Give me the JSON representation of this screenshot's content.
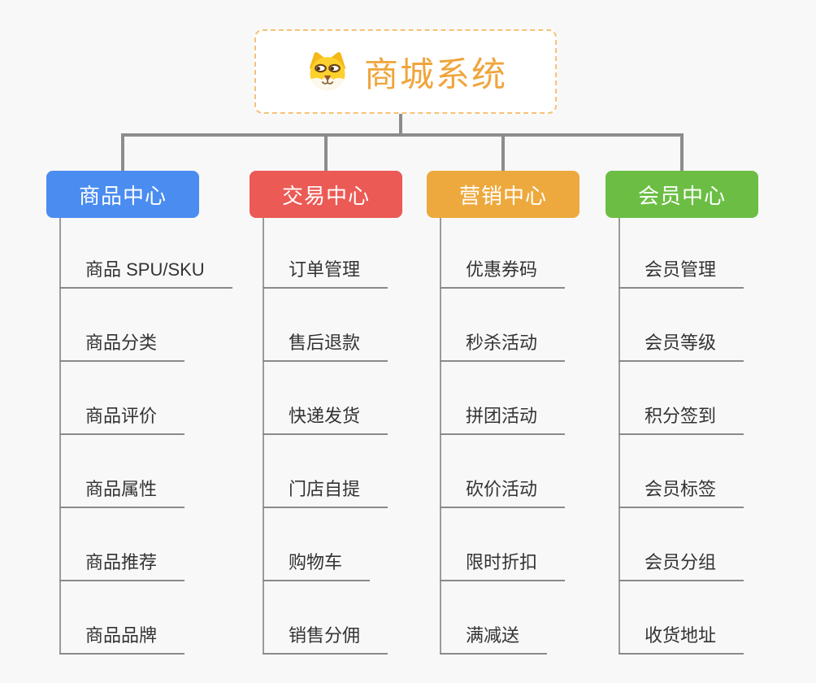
{
  "root": {
    "title": "商城系统",
    "icon": "shiba-dog-icon",
    "title_color": "#efa53c",
    "border_color": "#f5c277"
  },
  "connector_color": "#8c8c8c",
  "child_line_color": "#8a8a8a",
  "child_text_color": "#333333",
  "background_color": "#f8f8f8",
  "branches": [
    {
      "label": "商品中心",
      "color": "#4a8cf0",
      "children": [
        "商品 SPU/SKU",
        "商品分类",
        "商品评价",
        "商品属性",
        "商品推荐",
        "商品品牌"
      ]
    },
    {
      "label": "交易中心",
      "color": "#eb5a54",
      "children": [
        "订单管理",
        "售后退款",
        "快递发货",
        "门店自提",
        "购物车",
        "销售分佣"
      ]
    },
    {
      "label": "营销中心",
      "color": "#eda93d",
      "children": [
        "优惠券码",
        "秒杀活动",
        "拼团活动",
        "砍价活动",
        "限时折扣",
        "满减送"
      ]
    },
    {
      "label": "会员中心",
      "color": "#6bbe43",
      "children": [
        "会员管理",
        "会员等级",
        "积分签到",
        "会员标签",
        "会员分组",
        "收货地址"
      ]
    }
  ]
}
